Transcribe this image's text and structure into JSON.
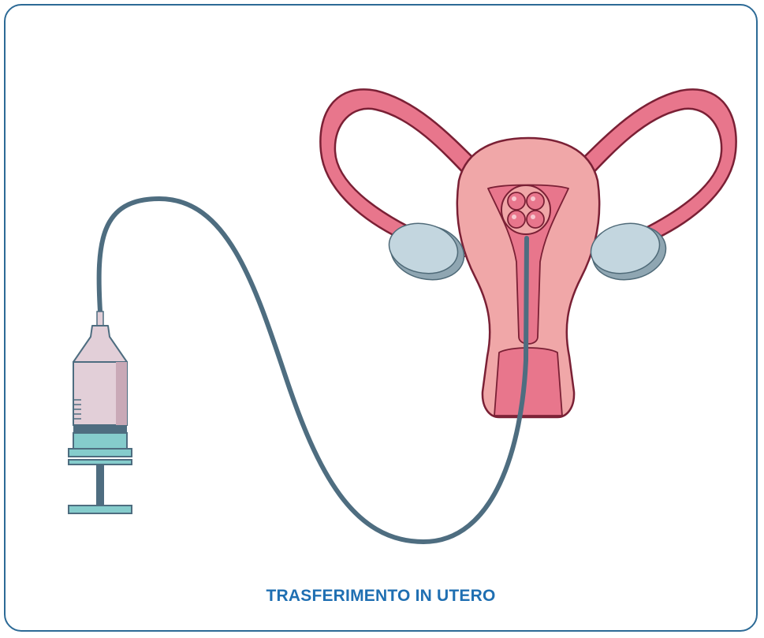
{
  "caption": "TRASFERIMENTO IN UTERO",
  "colors": {
    "frame_border": "#2c6a96",
    "caption_text": "#1f6fb2",
    "uterus_fill": "#f0a7a8",
    "tube_fill": "#e8768c",
    "outline": "#7a2035",
    "ovary_fill": "#c3d6df",
    "catheter": "#4e6d80",
    "syringe_barrel": "#e2cfd8",
    "syringe_plunger": "#85cccc"
  },
  "icons": {
    "uterus": "uterus-illustration",
    "embryo": "embryo-cluster",
    "syringe": "syringe",
    "catheter": "catheter-tube"
  }
}
